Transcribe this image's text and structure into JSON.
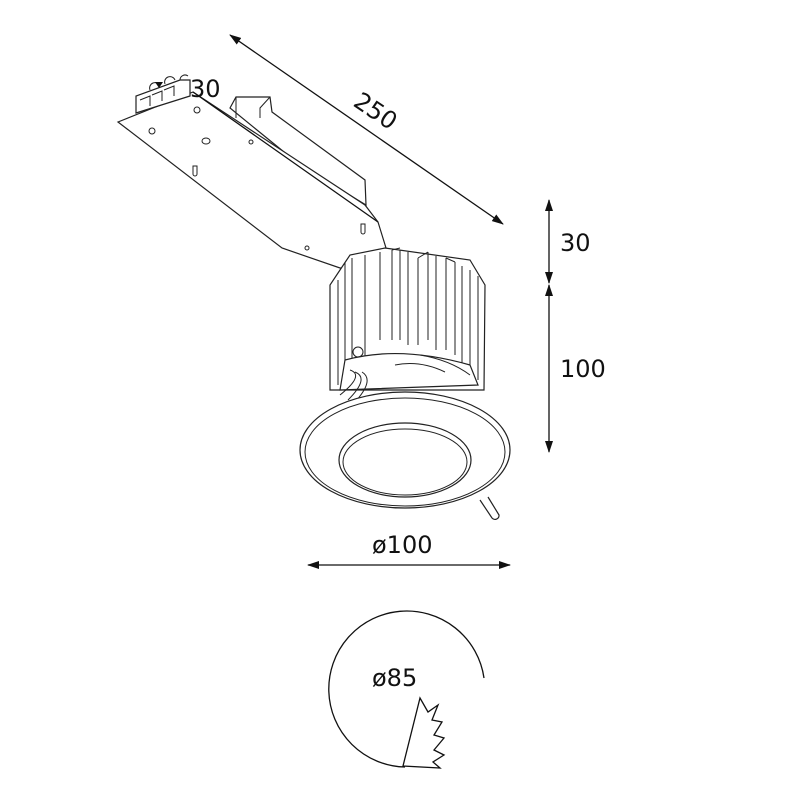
{
  "drawing": {
    "dimensions": {
      "length": "250",
      "driver_height": "30",
      "driver_height_top": "30",
      "body_height": "100",
      "trim_diameter": "ø100",
      "cutout_diameter": "ø85"
    },
    "colors": {
      "line": "#111111",
      "background": "#ffffff"
    }
  }
}
